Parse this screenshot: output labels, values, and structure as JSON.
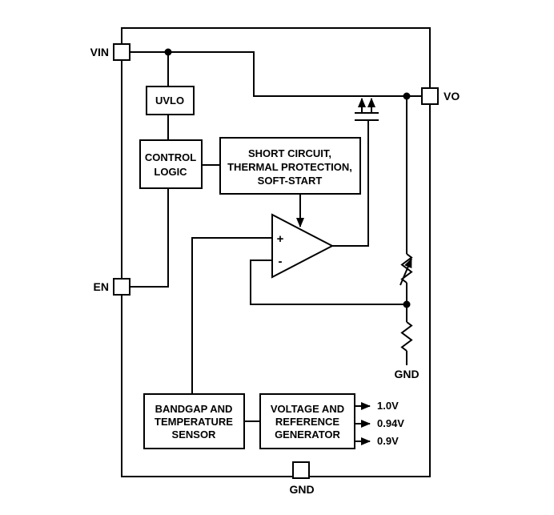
{
  "pins": {
    "vin": "VIN",
    "en": "EN",
    "vo": "VO",
    "gnd": "GND"
  },
  "labels": {
    "gnd_divider": "GND"
  },
  "blocks": {
    "uvlo": {
      "lines": [
        "UVLO"
      ]
    },
    "control_logic": {
      "lines": [
        "CONTROL",
        "LOGIC"
      ]
    },
    "protection": {
      "lines": [
        "SHORT CIRCUIT,",
        "THERMAL PROTECTION,",
        "SOFT-START"
      ]
    },
    "bandgap": {
      "lines": [
        "BANDGAP AND",
        "TEMPERATURE",
        "SENSOR"
      ]
    },
    "reference": {
      "lines": [
        "VOLTAGE AND",
        "REFERENCE",
        "GENERATOR"
      ]
    }
  },
  "opamp": {
    "noninverting": "+",
    "inverting": "-"
  },
  "reference_outputs": [
    "1.0V",
    "0.94V",
    "0.9V"
  ],
  "colors": {
    "stroke": "#000000",
    "background": "#ffffff"
  }
}
